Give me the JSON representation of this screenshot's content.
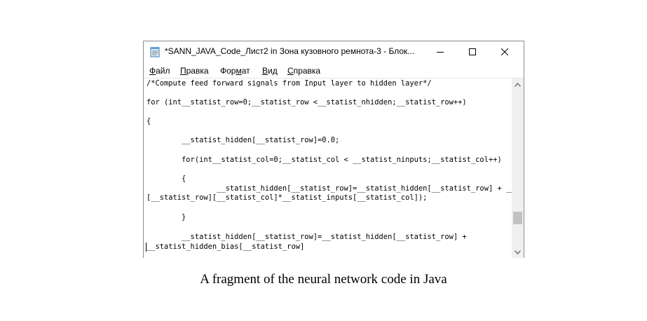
{
  "window": {
    "title": "*SANN_JAVA_Code_Лист2 in Зона кузовного ремнота-3 - Блок...",
    "app_icon": "notepad-icon",
    "minimize_icon": "minimize-icon",
    "maximize_icon": "maximize-icon",
    "close_icon": "close-icon"
  },
  "menu": {
    "items": [
      {
        "accel": "Ф",
        "rest": "айл"
      },
      {
        "accel": "П",
        "rest": "равка"
      },
      {
        "pre": "Фор",
        "accel": "м",
        "rest": "ат"
      },
      {
        "accel": "В",
        "rest": "ид"
      },
      {
        "accel": "С",
        "rest": "правка"
      }
    ]
  },
  "editor": {
    "lines": [
      "/*Compute feed forward signals from Input layer to hidden layer*/",
      "",
      "for (int__statist_row=0;__statist_row <__statist_nhidden;__statist_row++)",
      "",
      "{",
      "",
      "        __statist_hidden[__statist_row]=0.0;",
      "",
      "        for(int__statist_col=0;__statist_col < __statist_ninputs;__statist_col++)",
      "",
      "        {",
      "                __statist_hidden[__statist_row]=__statist_hidden[__statist_row] + __statist_wih",
      "[__statist_row][__statist_col]*__statist_inputs[__statist_col]);",
      "",
      "        }",
      "",
      "        __statist_hidden[__statist_row]=__statist_hidden[__statist_row] +",
      "__statist_hidden_bias[__statist_row]"
    ]
  },
  "scrollbar": {
    "up_icon": "scroll-up-arrow-icon",
    "down_icon": "scroll-down-arrow-icon",
    "position": 0.85
  },
  "caption": "A fragment of the neural network code in Java"
}
